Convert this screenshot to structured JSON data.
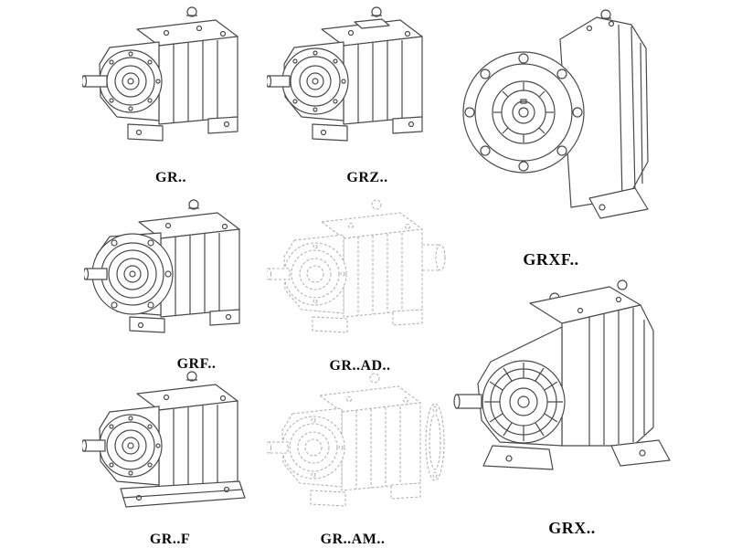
{
  "page": {
    "background": "#ffffff",
    "line_color": "#4a4a4a",
    "ghost_line_color": "#b3b3b3",
    "label_color": "#0a0a0a"
  },
  "figures": [
    {
      "id": "gr",
      "label": "GR..",
      "line_style": "solid"
    },
    {
      "id": "grz",
      "label": "GRZ..",
      "line_style": "solid"
    },
    {
      "id": "grxf",
      "label": "GRXF..",
      "line_style": "solid"
    },
    {
      "id": "grf",
      "label": "GRF..",
      "line_style": "solid"
    },
    {
      "id": "gr-ad",
      "label": "GR..AD..",
      "line_style": "dashed"
    },
    {
      "id": "gr-f",
      "label": "GR..F",
      "line_style": "solid"
    },
    {
      "id": "gr-am",
      "label": "GR..AM..",
      "line_style": "dashed"
    },
    {
      "id": "grx",
      "label": "GRX..",
      "line_style": "solid"
    }
  ]
}
